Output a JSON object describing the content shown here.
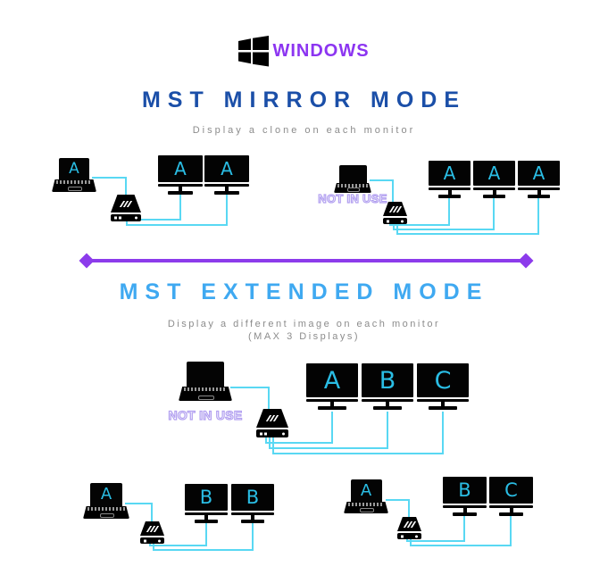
{
  "header": {
    "brand": "WINDOWS"
  },
  "sections": {
    "mirror": {
      "title": "MST MIRROR MODE",
      "subtitle": "Display a clone on each monitor"
    },
    "extended": {
      "title": "MST EXTENDED MODE",
      "subtitle": "Display a different image on each monitor",
      "subtitle2": "(MAX 3 Displays)"
    }
  },
  "labels": {
    "not_in_use": "NOT IN USE"
  },
  "diagrams": {
    "mirror_two": {
      "laptop_screen": "A",
      "monitors": [
        "A",
        "A"
      ]
    },
    "mirror_three": {
      "laptop_screen": "",
      "monitors": [
        "A",
        "A",
        "A"
      ],
      "laptop_status": "NOT IN USE"
    },
    "extended_three": {
      "laptop_screen": "",
      "monitors": [
        "A",
        "B",
        "C"
      ],
      "laptop_status": "NOT IN USE"
    },
    "extended_two_mirror": {
      "laptop_screen": "A",
      "monitors": [
        "B",
        "B"
      ]
    },
    "extended_two": {
      "laptop_screen": "A",
      "monitors": [
        "B",
        "C"
      ]
    }
  },
  "colors": {
    "brand_purple": "#8C35F1",
    "divider_purple": "#8C3BEB",
    "mirror_title_blue": "#1B4FA8",
    "extended_title_cyan": "#3FA9F1",
    "screen_letter_cyan": "#2ABDE4",
    "cable_cyan": "#59D8F3",
    "subtitle_gray": "#8C8C8C",
    "not_in_use_purple": "#B2A0F0",
    "device_black": "#000000",
    "background": "#FFFFFF"
  }
}
